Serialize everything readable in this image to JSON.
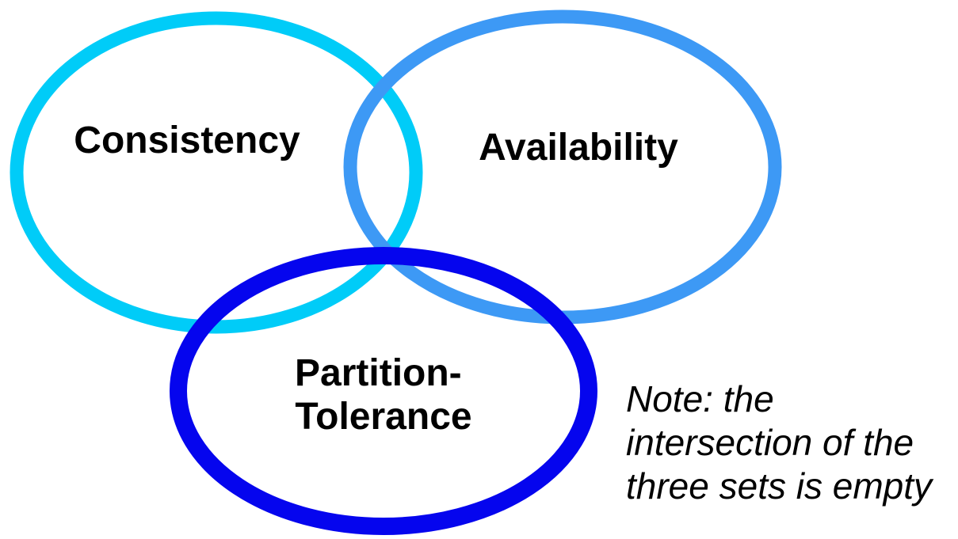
{
  "diagram": {
    "background_color": "#ffffff",
    "text_color": "#000000",
    "sets": [
      {
        "id": "consistency",
        "label": "Consistency",
        "color": "#00ccf8"
      },
      {
        "id": "availability",
        "label": "Availability",
        "color": "#3d99f5"
      },
      {
        "id": "partition-tolerance",
        "label_line1": "Partition-",
        "label_line2": "Tolerance",
        "color": "#0505ee"
      }
    ],
    "note": {
      "line1": "Note: the",
      "line2": "intersection of the",
      "line3": "three sets is empty"
    }
  }
}
